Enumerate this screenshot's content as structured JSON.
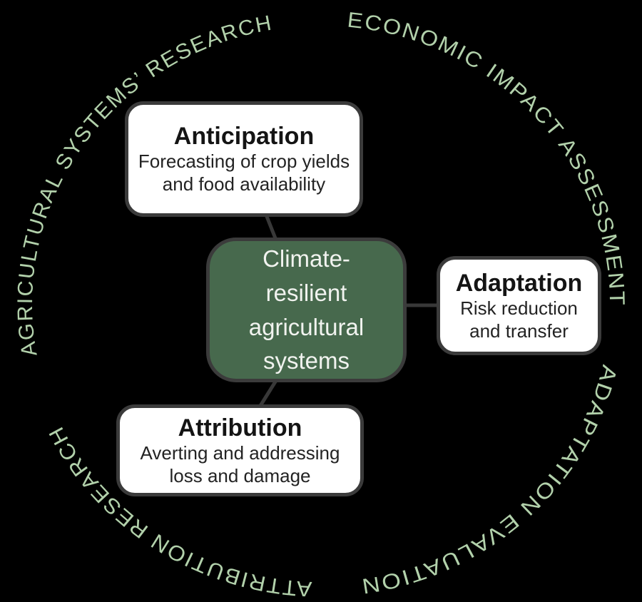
{
  "colors": {
    "background": "#000000",
    "ring_text": "#b2d1ab",
    "connector": "#383838",
    "center_fill": "#47694d",
    "center_text": "#f1f3ef",
    "box_fill": "#ffffff",
    "box_border": "#3b3b3b",
    "title_text": "#141414",
    "subtitle_text": "#232323"
  },
  "ring": {
    "labels": [
      {
        "text": "AGRICULTURAL SYSTEMS’ RESEARCH"
      },
      {
        "text": "ECONOMIC IMPACT ASSESSMENT"
      },
      {
        "text": "ADAPTATION EVALUATION"
      },
      {
        "text": "ATTRIBUTION RESEARCH"
      }
    ]
  },
  "center": {
    "title": "Climate-resilient agricultural systems",
    "title_lines": [
      "Climate-",
      "resilient",
      "agricultural",
      "systems"
    ]
  },
  "boxes": [
    {
      "title": "Anticipation",
      "subtitle": "Forecasting of crop yields and food availability",
      "subtitle_lines": [
        "Forecasting of crop yields",
        "and food availability"
      ]
    },
    {
      "title": "Adaptation",
      "subtitle": "Risk reduction and transfer",
      "subtitle_lines": [
        "Risk reduction",
        "and transfer"
      ]
    },
    {
      "title": "Attribution",
      "subtitle": "Averting and addressing loss and damage",
      "subtitle_lines": [
        "Averting and addressing",
        "loss and damage"
      ]
    }
  ]
}
